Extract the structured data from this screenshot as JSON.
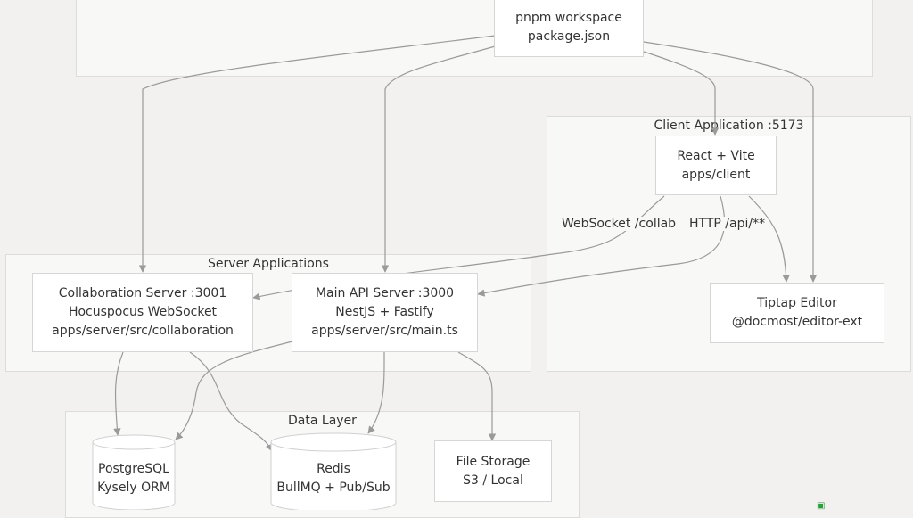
{
  "workspace": {
    "line1": "pnpm workspace",
    "line2": "package.json"
  },
  "client_cluster": {
    "label": "Client Application :5173"
  },
  "server_cluster": {
    "label": "Server Applications"
  },
  "data_cluster": {
    "label": "Data Layer"
  },
  "nodes": {
    "react": {
      "line1": "React + Vite",
      "line2": "apps/client"
    },
    "tiptap": {
      "line1": "Tiptap Editor",
      "line2": "@docmost/editor-ext"
    },
    "collab": {
      "line1": "Collaboration Server :3001",
      "line2": "Hocuspocus WebSocket",
      "line3": "apps/server/src/collaboration"
    },
    "api": {
      "line1": "Main API Server :3000",
      "line2": "NestJS + Fastify",
      "line3": "apps/server/src/main.ts"
    },
    "postgres": {
      "line1": "PostgreSQL",
      "line2": "Kysely ORM"
    },
    "redis": {
      "line1": "Redis",
      "line2": "BullMQ + Pub/Sub"
    },
    "storage": {
      "line1": "File Storage",
      "line2": "S3 / Local"
    }
  },
  "edge_labels": {
    "websocket": "WebSocket /collab",
    "http": "HTTP /api/**"
  },
  "colors": {
    "edge": "#9a9a9a",
    "background": "#f2f1ef",
    "cluster": "#f8f8f7"
  },
  "icons": {
    "corner": "drawio-icon"
  }
}
